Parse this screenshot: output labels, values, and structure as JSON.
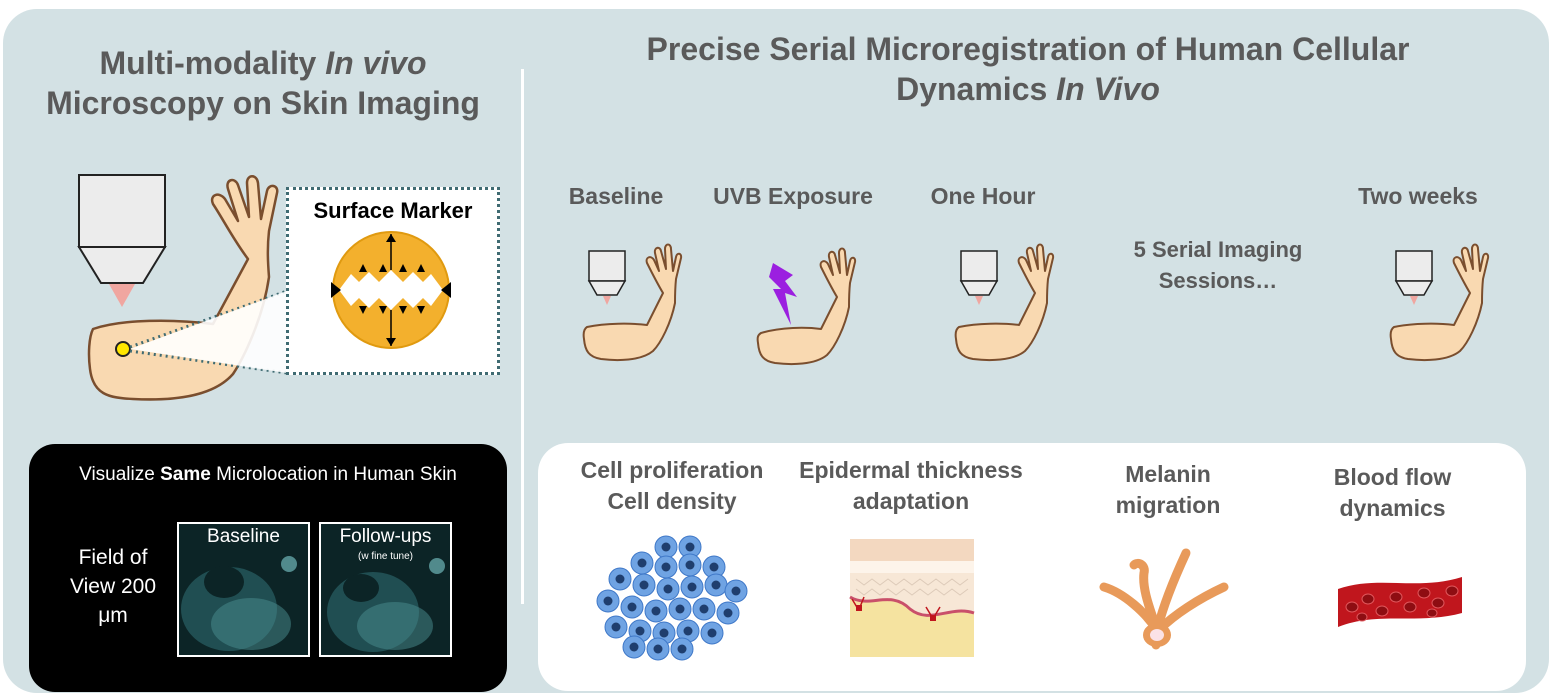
{
  "left_panel": {
    "title_line1": "Multi-modality",
    "title_line1_italic": "In vivo",
    "title_line2": "Microscopy on Skin Imaging",
    "surface_marker_label": "Surface Marker"
  },
  "viewer": {
    "title_pre": "Visualize",
    "title_bold": "Same",
    "title_post": "Microlocation in Human Skin",
    "fov_line1": "Field of",
    "fov_line2": "View 200",
    "fov_line3": "μm",
    "baseline_label": "Baseline",
    "followup_label": "Follow-ups",
    "followup_sublabel": "(w fine tune)"
  },
  "right_panel": {
    "title_line1": "Precise Serial Microregistration of Human Cellular",
    "title_line2": "Dynamics",
    "title_line2_italic": "In Vivo",
    "steps": [
      "Baseline",
      "UVB Exposure",
      "One Hour",
      "Two weeks"
    ],
    "serial_line1": "5 Serial Imaging",
    "serial_line2": "Sessions…",
    "outcomes": [
      {
        "line1": "Cell proliferation",
        "line2": "Cell density"
      },
      {
        "line1": "Epidermal thickness",
        "line2": "adaptation"
      },
      {
        "line1": "Melanin",
        "line2": "migration"
      },
      {
        "line1": "Blood flow",
        "line2": "dynamics"
      }
    ]
  },
  "colors": {
    "panel_bg": "#d3e1e4",
    "text_gray": "#5a5a5a",
    "skin": "#f9d9b1",
    "skin_outline": "#7a4e2e",
    "uvb": "#9b1fe0",
    "marker_gold": "#f3b02d",
    "cell_blue": "#6fa3e3",
    "blood_red": "#c0161d",
    "melanocyte": "#e89a5a"
  }
}
